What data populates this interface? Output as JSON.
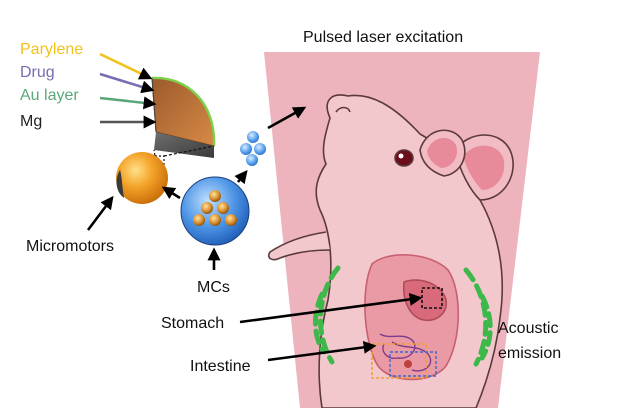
{
  "title": "Pulsed laser excitation",
  "layers": {
    "parylene": "Parylene",
    "drug": "Drug",
    "au_layer": "Au layer",
    "mg": "Mg"
  },
  "labels": {
    "micromotors": "Micromotors",
    "mcs": "MCs",
    "stomach": "Stomach",
    "intestine": "Intestine",
    "acoustic_line1": "Acoustic",
    "acoustic_line2": "emission"
  },
  "colors": {
    "parylene": "#f2c21a",
    "drug": "#7b6bb0",
    "au_layer": "#5aa87a",
    "mg": "#222222",
    "laser_beam": "#e9a9b4",
    "acoustic_wave": "#3cb94a",
    "motor_orange": "#f0921e",
    "capsule_blue": "#3e86d8"
  }
}
